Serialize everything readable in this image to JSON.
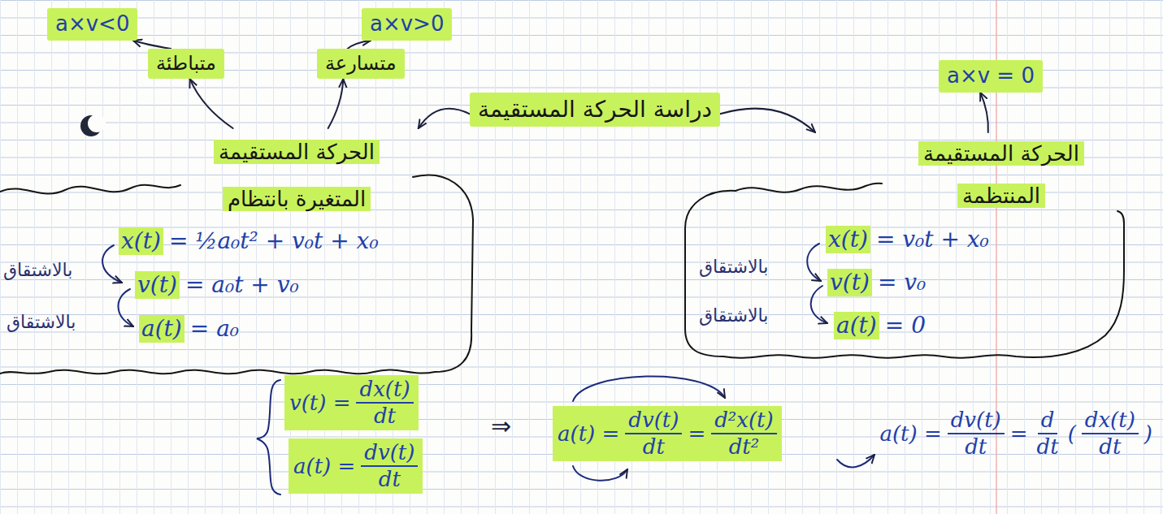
{
  "diagram": {
    "nodes": [
      {
        "text": [
          "دراسة الحركة المستقيمة"
        ]
      },
      {
        "text": [
          "الحركة المستقيمة المتغيرة بانتظام"
        ]
      },
      {
        "text": [
          "متسارعة"
        ]
      },
      {
        "text": [
          "متباطئة"
        ]
      },
      {
        "text": [
          "a×v>0"
        ]
      },
      {
        "text": [
          "a×v<0"
        ]
      },
      {
        "text": [
          "الحركة المستقيمة المنتظمة"
        ]
      },
      {
        "text": [
          "a×v = 0"
        ]
      }
    ],
    "edges": [
      {
        "from": 0,
        "to": 1,
        "arrow": "to"
      },
      {
        "from": 0,
        "to": 6,
        "arrow": "to"
      },
      {
        "from": 1,
        "to": 2,
        "arrow": "to"
      },
      {
        "from": 1,
        "to": 3,
        "arrow": "to"
      },
      {
        "from": 2,
        "to": 4,
        "arrow": "to"
      },
      {
        "from": 3,
        "to": 5,
        "arrow": "to"
      },
      {
        "from": 6,
        "to": 7,
        "arrow": "to"
      }
    ],
    "labels": [
      "x(t)",
      "= ½a₀t² + v₀t + x₀",
      "v(t)",
      "= a₀t + v₀",
      "a(t)",
      "= a₀",
      "بالاشتقاق",
      "بالاشتقاق",
      "x(t)",
      "= v₀t + x₀",
      "v(t)",
      "= v₀",
      "a(t)",
      "= 0",
      "بالاشتقاق",
      "بالاشتقاق",
      "v(t) =",
      "dx(t)",
      "dt",
      "a(t) =",
      "dv(t)",
      "dt",
      "⇒",
      "a(t) =",
      "dv(t)",
      "dt",
      "=",
      "d²x(t)",
      "dt²",
      "a(t) =",
      "dv(t)",
      "dt",
      "=",
      "d",
      "dt",
      "(",
      "dx(t)",
      "dt",
      ")"
    ]
  }
}
